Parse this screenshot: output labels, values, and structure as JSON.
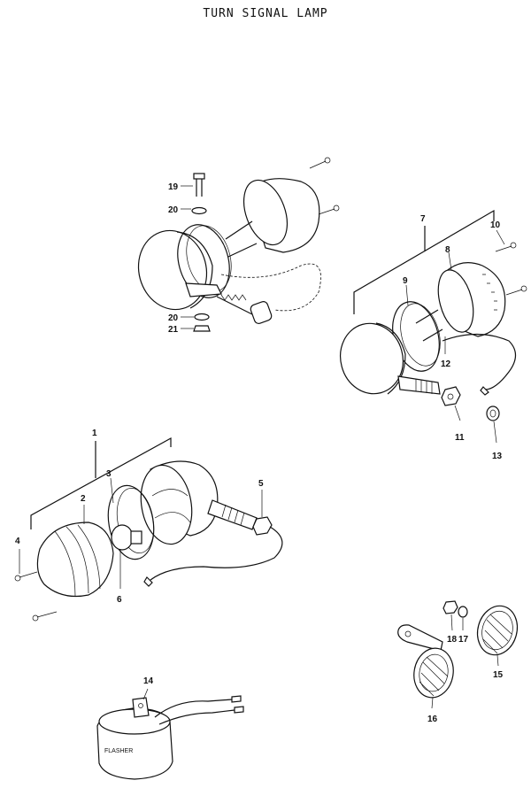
{
  "title": "TURN SIGNAL LAMP",
  "part_labels": {
    "p1": "1",
    "p2": "2",
    "p3": "3",
    "p4": "4",
    "p5": "5",
    "p6": "6",
    "p7": "7",
    "p8": "8",
    "p9": "9",
    "p10": "10",
    "p11": "11",
    "p12": "12",
    "p13": "13",
    "p14": "14",
    "p15": "15",
    "p16": "16",
    "p17": "17",
    "p18": "18",
    "p19": "19",
    "p20a": "20",
    "p20b": "20",
    "p21": "21"
  },
  "flasher_marking": "FLASHER"
}
